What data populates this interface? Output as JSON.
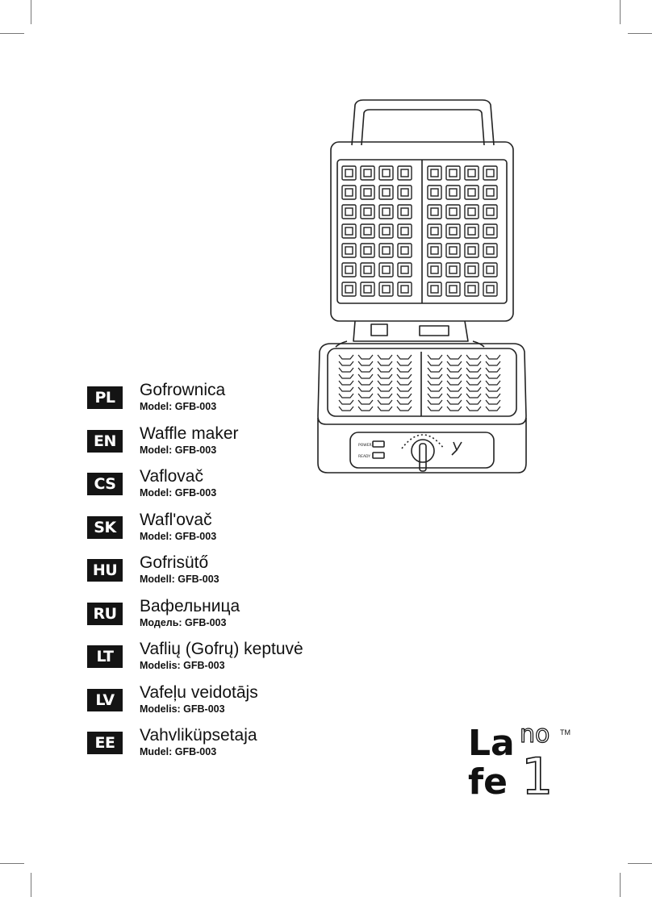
{
  "languages": [
    {
      "code": "PL",
      "name": "Gofrownica",
      "model": "Model: GFB-003"
    },
    {
      "code": "EN",
      "name": "Waffle maker",
      "model": "Model: GFB-003"
    },
    {
      "code": "CS",
      "name": "Vaflovač",
      "model": "Model: GFB-003"
    },
    {
      "code": "SK",
      "name": "Waﬂ'ovač",
      "model": "Model: GFB-003"
    },
    {
      "code": "HU",
      "name": "Gofrisütő",
      "model": "Modell: GFB-003"
    },
    {
      "code": "RU",
      "name": "Вафельница",
      "model": "Модель: GFB-003"
    },
    {
      "code": "LT",
      "name": "Vaflių (Gofrų) keptuvė",
      "model": "Modelis: GFB-003"
    },
    {
      "code": "LV",
      "name": "Vafeļu veidotājs",
      "model": "Modelis: GFB-003"
    },
    {
      "code": "EE",
      "name": "Vahvliküpsetaja",
      "model": "Mudel: GFB-003"
    }
  ],
  "appliance": {
    "power_label": "POWER",
    "ready_label": "READY"
  },
  "logo": {
    "part1": "La",
    "part2": "no",
    "part3": "fe",
    "part4": "1",
    "tm": "TM"
  }
}
